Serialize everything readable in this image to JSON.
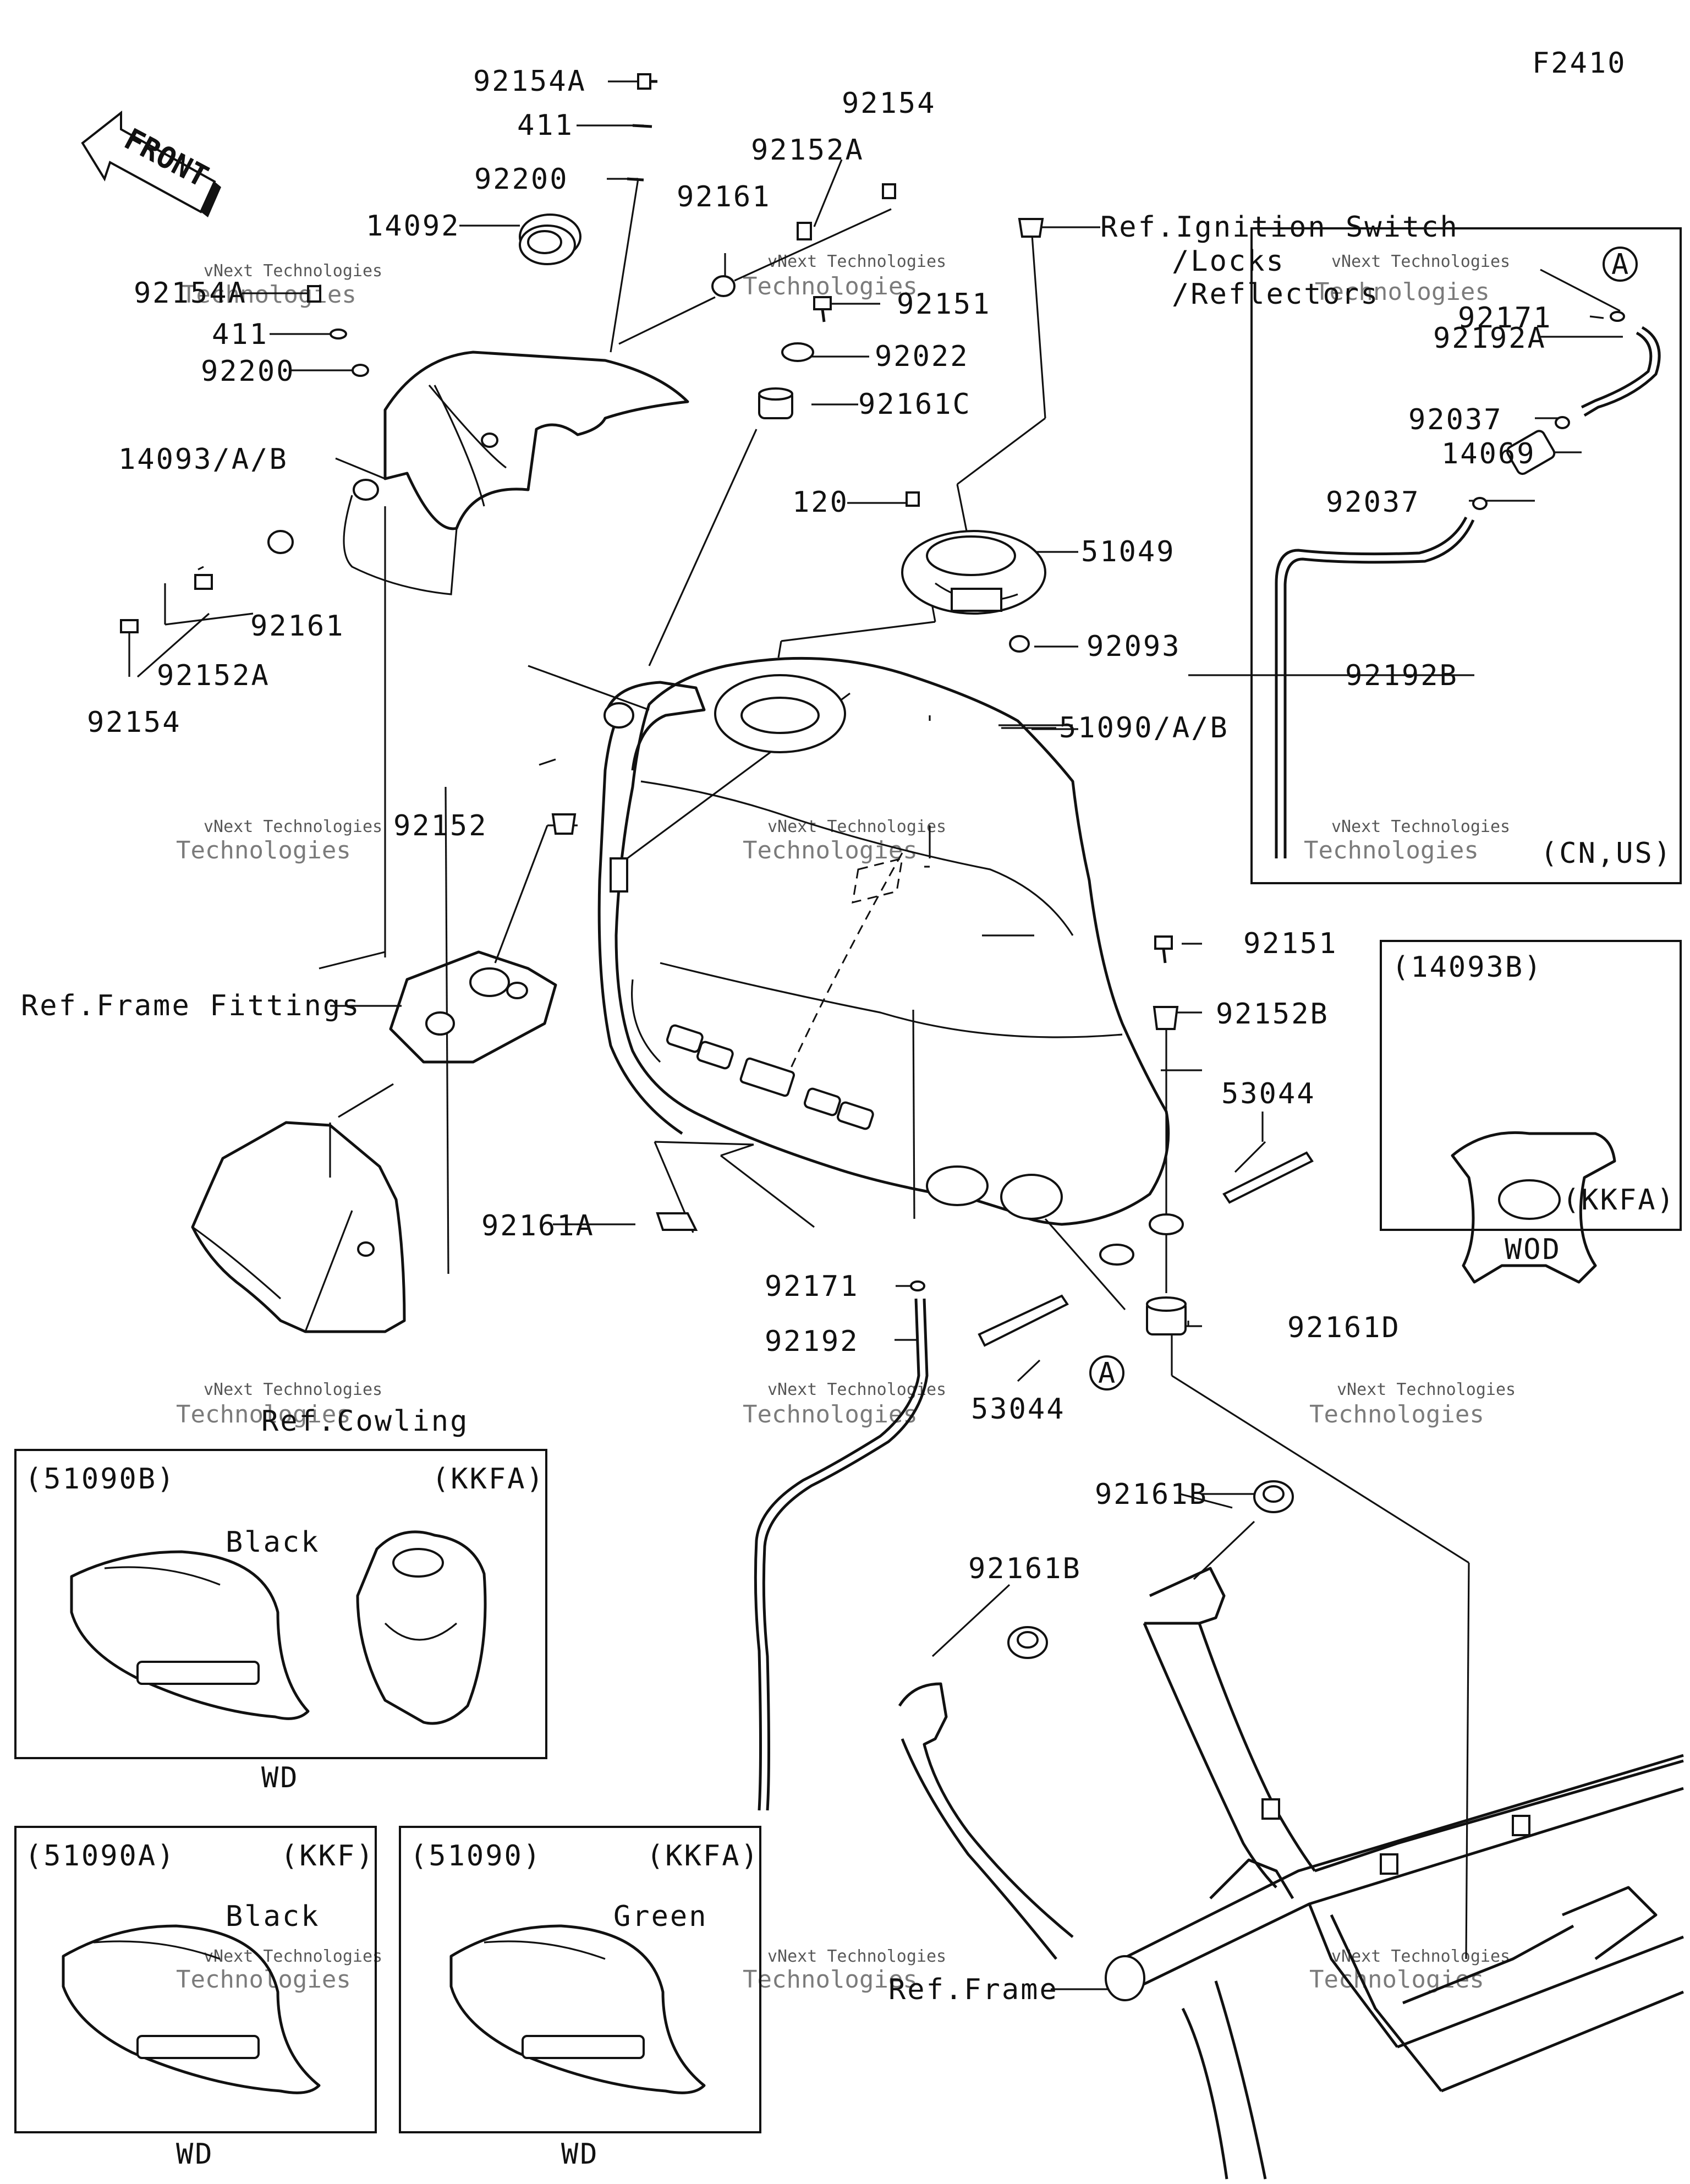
{
  "figure_code": "F2410",
  "front_arrow": "FRONT",
  "labels": {
    "p92154A_top": "92154A",
    "p411_top": "411",
    "p92200_top": "92200",
    "p14092": "14092",
    "p92154A": "92154A",
    "p411": "411",
    "p92200": "92200",
    "p14093": "14093/A/B",
    "p92161_upper": "92161",
    "p92152A_upper": "92152A",
    "p92154_upper": "92154",
    "p92151_upper": "92151",
    "p92022": "92022",
    "p92161C": "92161C",
    "p120": "120",
    "p51049": "51049",
    "p92093": "92093",
    "p51090": "51090/A/B",
    "p92161_lower": "92161",
    "p92152A_lower": "92152A",
    "p92154_lower": "92154",
    "p92152": "92152",
    "ref_frame_fittings": "Ref.Frame Fittings",
    "p92161A": "92161A",
    "ref_cowling": "Ref.Cowling",
    "ref_ignition_1": "Ref.Ignition Switch",
    "ref_ignition_2": "/Locks",
    "ref_ignition_3": "/Reflectors",
    "marker_a": "A",
    "p92171_box": "92171",
    "p92192A": "92192A",
    "p92037_a": "92037",
    "p14069": "14069",
    "p92037_b": "92037",
    "p92192B": "92192B",
    "cn_us": "(CN,US)",
    "p92151_right": "92151",
    "p92152B": "92152B",
    "p53044_right": "53044",
    "p92171": "92171",
    "p92192": "92192",
    "p53044_lower": "53044",
    "p92161D": "92161D",
    "p92161B_a": "92161B",
    "p92161B_b": "92161B",
    "ref_frame": "Ref.Frame"
  },
  "insets": {
    "wod": {
      "part": "(14093B)",
      "market": "(KKFA)",
      "caption": "WOD"
    },
    "b": {
      "part": "(51090B)",
      "market": "(KKFA)",
      "color": "Black",
      "caption": "WD"
    },
    "a": {
      "part": "(51090A)",
      "market": "(KKF)",
      "color": "Black",
      "caption": "WD"
    },
    "base": {
      "part": "(51090)",
      "market": "(KKFA)",
      "color": "Green",
      "caption": "WD"
    }
  },
  "watermark": {
    "line1": "vNext Technologies",
    "line2": "Technologies"
  }
}
